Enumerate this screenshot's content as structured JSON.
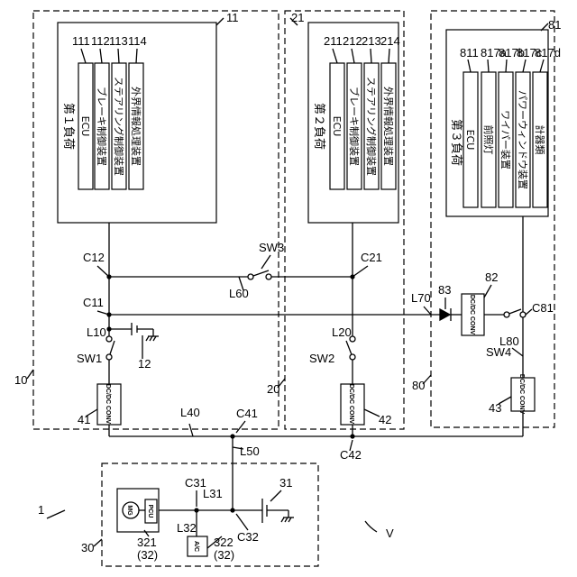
{
  "figure_label": "1",
  "direction_label": "V",
  "systems": {
    "s10": {
      "ref": "10",
      "load_ref": "11",
      "load_name": "第１負荷",
      "ecu_label": "ECU",
      "devices": [
        {
          "ref": "111",
          "name": "ECU"
        },
        {
          "ref": "112",
          "name": "ブレーキ制御装置"
        },
        {
          "ref": "113",
          "name": "ステアリング制御装置"
        },
        {
          "ref": "114",
          "name": "外界情報処理装置"
        }
      ],
      "conv_ref": "41",
      "conv_text": "DC/DC CONV",
      "switch": "SW1",
      "battery_ref": "12",
      "nodes": {
        "c12": "C12",
        "c11": "C11",
        "l10": "L10"
      }
    },
    "s20": {
      "ref": "20",
      "load_ref": "21",
      "load_name": "第２負荷",
      "devices": [
        {
          "ref": "211",
          "name": "ECU"
        },
        {
          "ref": "212",
          "name": "ブレーキ制御装置"
        },
        {
          "ref": "213",
          "name": "ステアリング制御装置"
        },
        {
          "ref": "214",
          "name": "外界情報処理装置"
        }
      ],
      "conv_ref": "42",
      "conv_text": "DC/DC CONV",
      "switch": "SW2",
      "nodes": {
        "c21": "C21",
        "l20": "L20"
      }
    },
    "s80": {
      "ref": "80",
      "load_ref": "81",
      "load_name": "第３負荷",
      "devices": [
        {
          "ref": "811",
          "name": "ECU"
        },
        {
          "ref": "817a",
          "name": "前照灯"
        },
        {
          "ref": "817b",
          "name": "ワイパー装置"
        },
        {
          "ref": "817c",
          "name": "パワーウィンドウ装置"
        },
        {
          "ref": "817d",
          "name": "計器類"
        }
      ],
      "conv_ref": "82",
      "conv_text": "DC/DC CONV",
      "conv2_ref": "43",
      "conv2_text": "DC/DC CONV",
      "switch": "SW4",
      "diode_ref": "83",
      "nodes": {
        "c81": "C81",
        "l80": "L80",
        "l70": "L70"
      }
    },
    "s30": {
      "ref": "30",
      "mg": "MG",
      "pcu": "PCU",
      "ac": "A/C",
      "ref321": "321",
      "ref321b": "(32)",
      "ref322": "322",
      "ref322b": "(32)",
      "battery_ref": "31",
      "nodes": {
        "c31": "C31",
        "l31": "L31",
        "c32": "C32",
        "l32": "L32"
      }
    }
  },
  "lines": {
    "l40": "L40",
    "l50": "L50",
    "l60": "L60",
    "c41": "C41",
    "c42": "C42",
    "sw3": "SW3"
  }
}
